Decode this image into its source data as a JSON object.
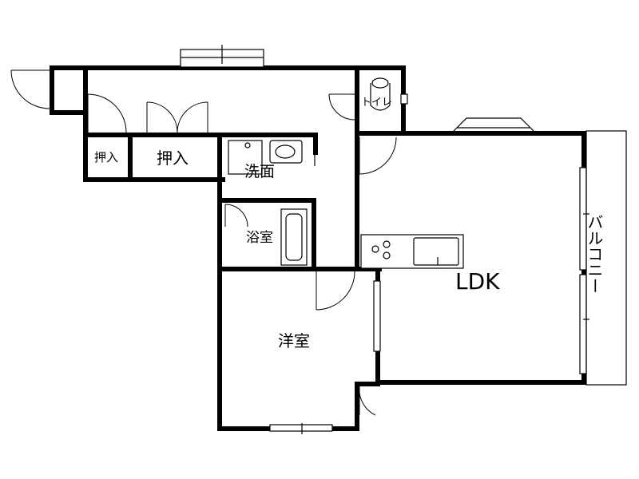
{
  "rooms": {
    "oshiire_small": "押入",
    "oshiire_large": "押入",
    "toilet": "トイレ",
    "senmen": "洗面",
    "yokushitsu": "浴室",
    "youshitsu": "洋室",
    "ldk": "LDK",
    "balcony": "バルコニー"
  },
  "colors": {
    "wall": "#000000",
    "background": "#ffffff"
  }
}
